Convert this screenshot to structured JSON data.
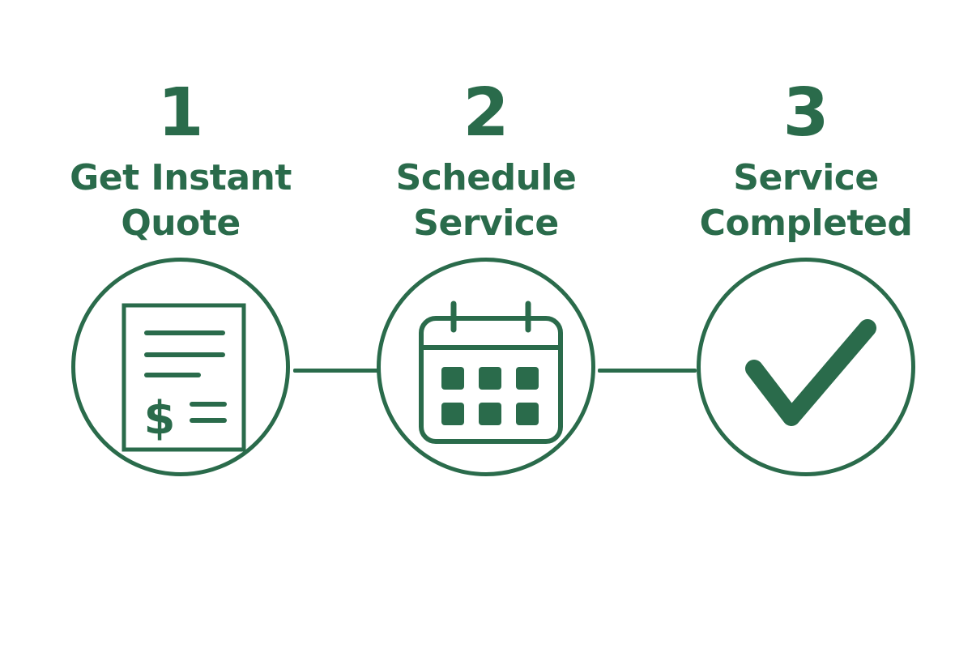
{
  "theme": {
    "accent": "#2a6b4b"
  },
  "steps": [
    {
      "number": "1",
      "title_line1": "Get Instant",
      "title_line2": "Quote",
      "icon": "quote-document-icon"
    },
    {
      "number": "2",
      "title_line1": "Schedule",
      "title_line2": "Service",
      "icon": "calendar-icon"
    },
    {
      "number": "3",
      "title_line1": "Service",
      "title_line2": "Completed",
      "icon": "checkmark-icon"
    }
  ],
  "quote_icon": {
    "currency_symbol": "$"
  }
}
